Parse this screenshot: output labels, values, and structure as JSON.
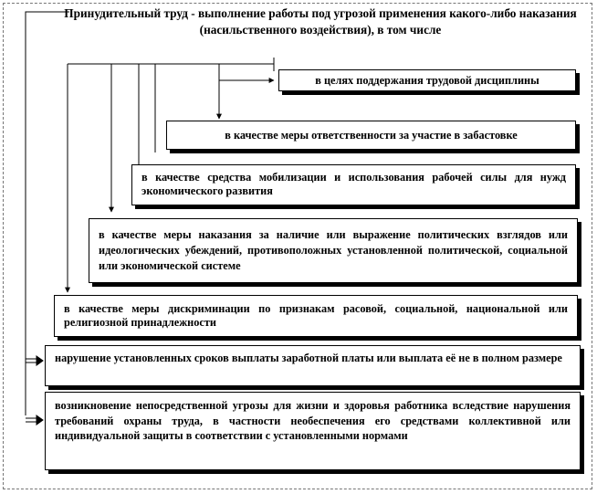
{
  "diagram": {
    "title": "Принудительный труд - выполнение работы под угрозой применения какого-либо наказания (насильственного воздействия), в том числе",
    "items": [
      "в целях поддержания трудовой дисциплины",
      "в качестве меры ответственности за участие в забастовке",
      "в качестве средства мобилизации и использования рабочей силы для нужд экономического развития",
      "в качестве меры наказания за наличие или выражение политических взглядов или идеологических убеждений, противоположных установленной политической, социальной или экономической системе",
      "в качестве меры дискриминации по признакам расовой, социальной, национальной или религиозной принадлежности",
      "нарушение установленных сроков выплаты заработной платы или выплата её не в полном размере",
      "возникновение непосредственной угрозы для жизни и здоровья работника вследствие нарушения требований охраны труда, в частности необеспечения его средствами коллективной или индивидуальной защиты в соответствии с установленными нормами"
    ]
  }
}
